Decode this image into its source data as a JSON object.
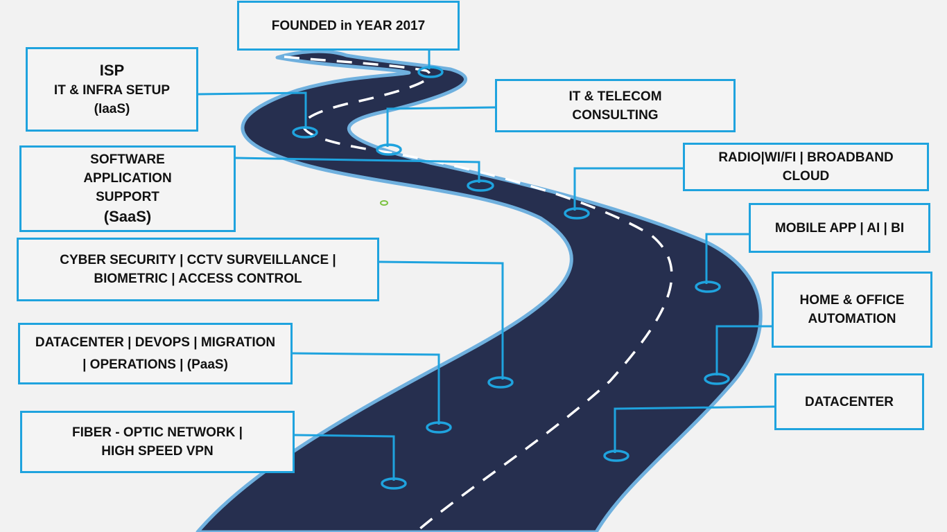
{
  "milestones": {
    "founded": [
      "FOUNDED in YEAR 2017"
    ],
    "isp": [
      "ISP",
      "IT & INFRA SETUP",
      "(IaaS)"
    ],
    "consulting": [
      "IT  & TELECOM",
      "CONSULTING"
    ],
    "software": [
      "SOFTWARE",
      "APPLICATION",
      "SUPPORT",
      "(SaaS)"
    ],
    "radio": [
      "RADIO|WI/FI | BROADBAND",
      "CLOUD"
    ],
    "mobile": [
      "MOBILE APP | AI | BI"
    ],
    "cyber": [
      "CYBER SECURITY | CCTV SURVEILLANCE |",
      "BIOMETRIC | ACCESS CONTROL"
    ],
    "automation": [
      "HOME & OFFICE",
      "AUTOMATION"
    ],
    "datacenter_ops": [
      "DATACENTER | DEVOPS | MIGRATION",
      "| OPERATIONS | (PaaS)"
    ],
    "datacenter": [
      "DATACENTER"
    ],
    "fiber": [
      "FIBER - OPTIC NETWORK |",
      "HIGH SPEED VPN"
    ]
  },
  "colors": {
    "road": "#262f4f",
    "road_edge": "#6fb0de",
    "connector": "#1fa3de",
    "box_border": "#1fa3de",
    "lane_marking": "#ffffff"
  }
}
